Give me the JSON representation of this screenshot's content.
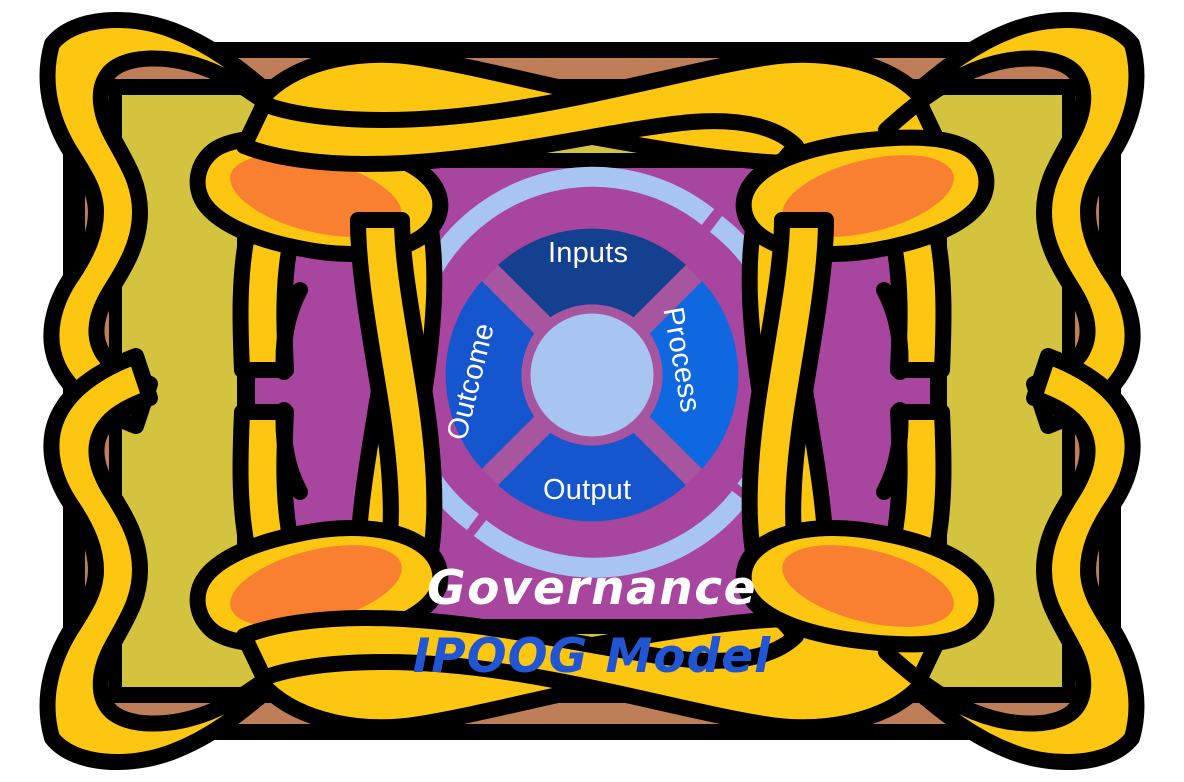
{
  "title": "IPOOG Model",
  "captions": {
    "governance": "Governance",
    "model": "IPOOG Model"
  },
  "wheel": {
    "center_hub_color": "#a8c4f0",
    "ring_color": "#a8c4f0",
    "divider_color": "#a8559f",
    "segments": [
      {
        "label": "Inputs",
        "color": "#14418f",
        "position": "top"
      },
      {
        "label": "Process",
        "color": "#1068e0",
        "position": "right"
      },
      {
        "label": "Output",
        "color": "#1556cf",
        "position": "bottom"
      },
      {
        "label": "Outcome",
        "color": "#1556cf",
        "position": "left"
      }
    ]
  },
  "frame": {
    "outline_color": "#000000",
    "wood_color": "#bd7e58",
    "mat_color": "#d4c33f",
    "canvas_color": "#a8459f",
    "ornament_color": "#fdc711",
    "ornament_accent_color": "#f98030",
    "ornament_count": 4,
    "ornaments": [
      "corner-ornament-top-left",
      "corner-ornament-top-right",
      "corner-ornament-bottom-left",
      "corner-ornament-bottom-right"
    ]
  }
}
